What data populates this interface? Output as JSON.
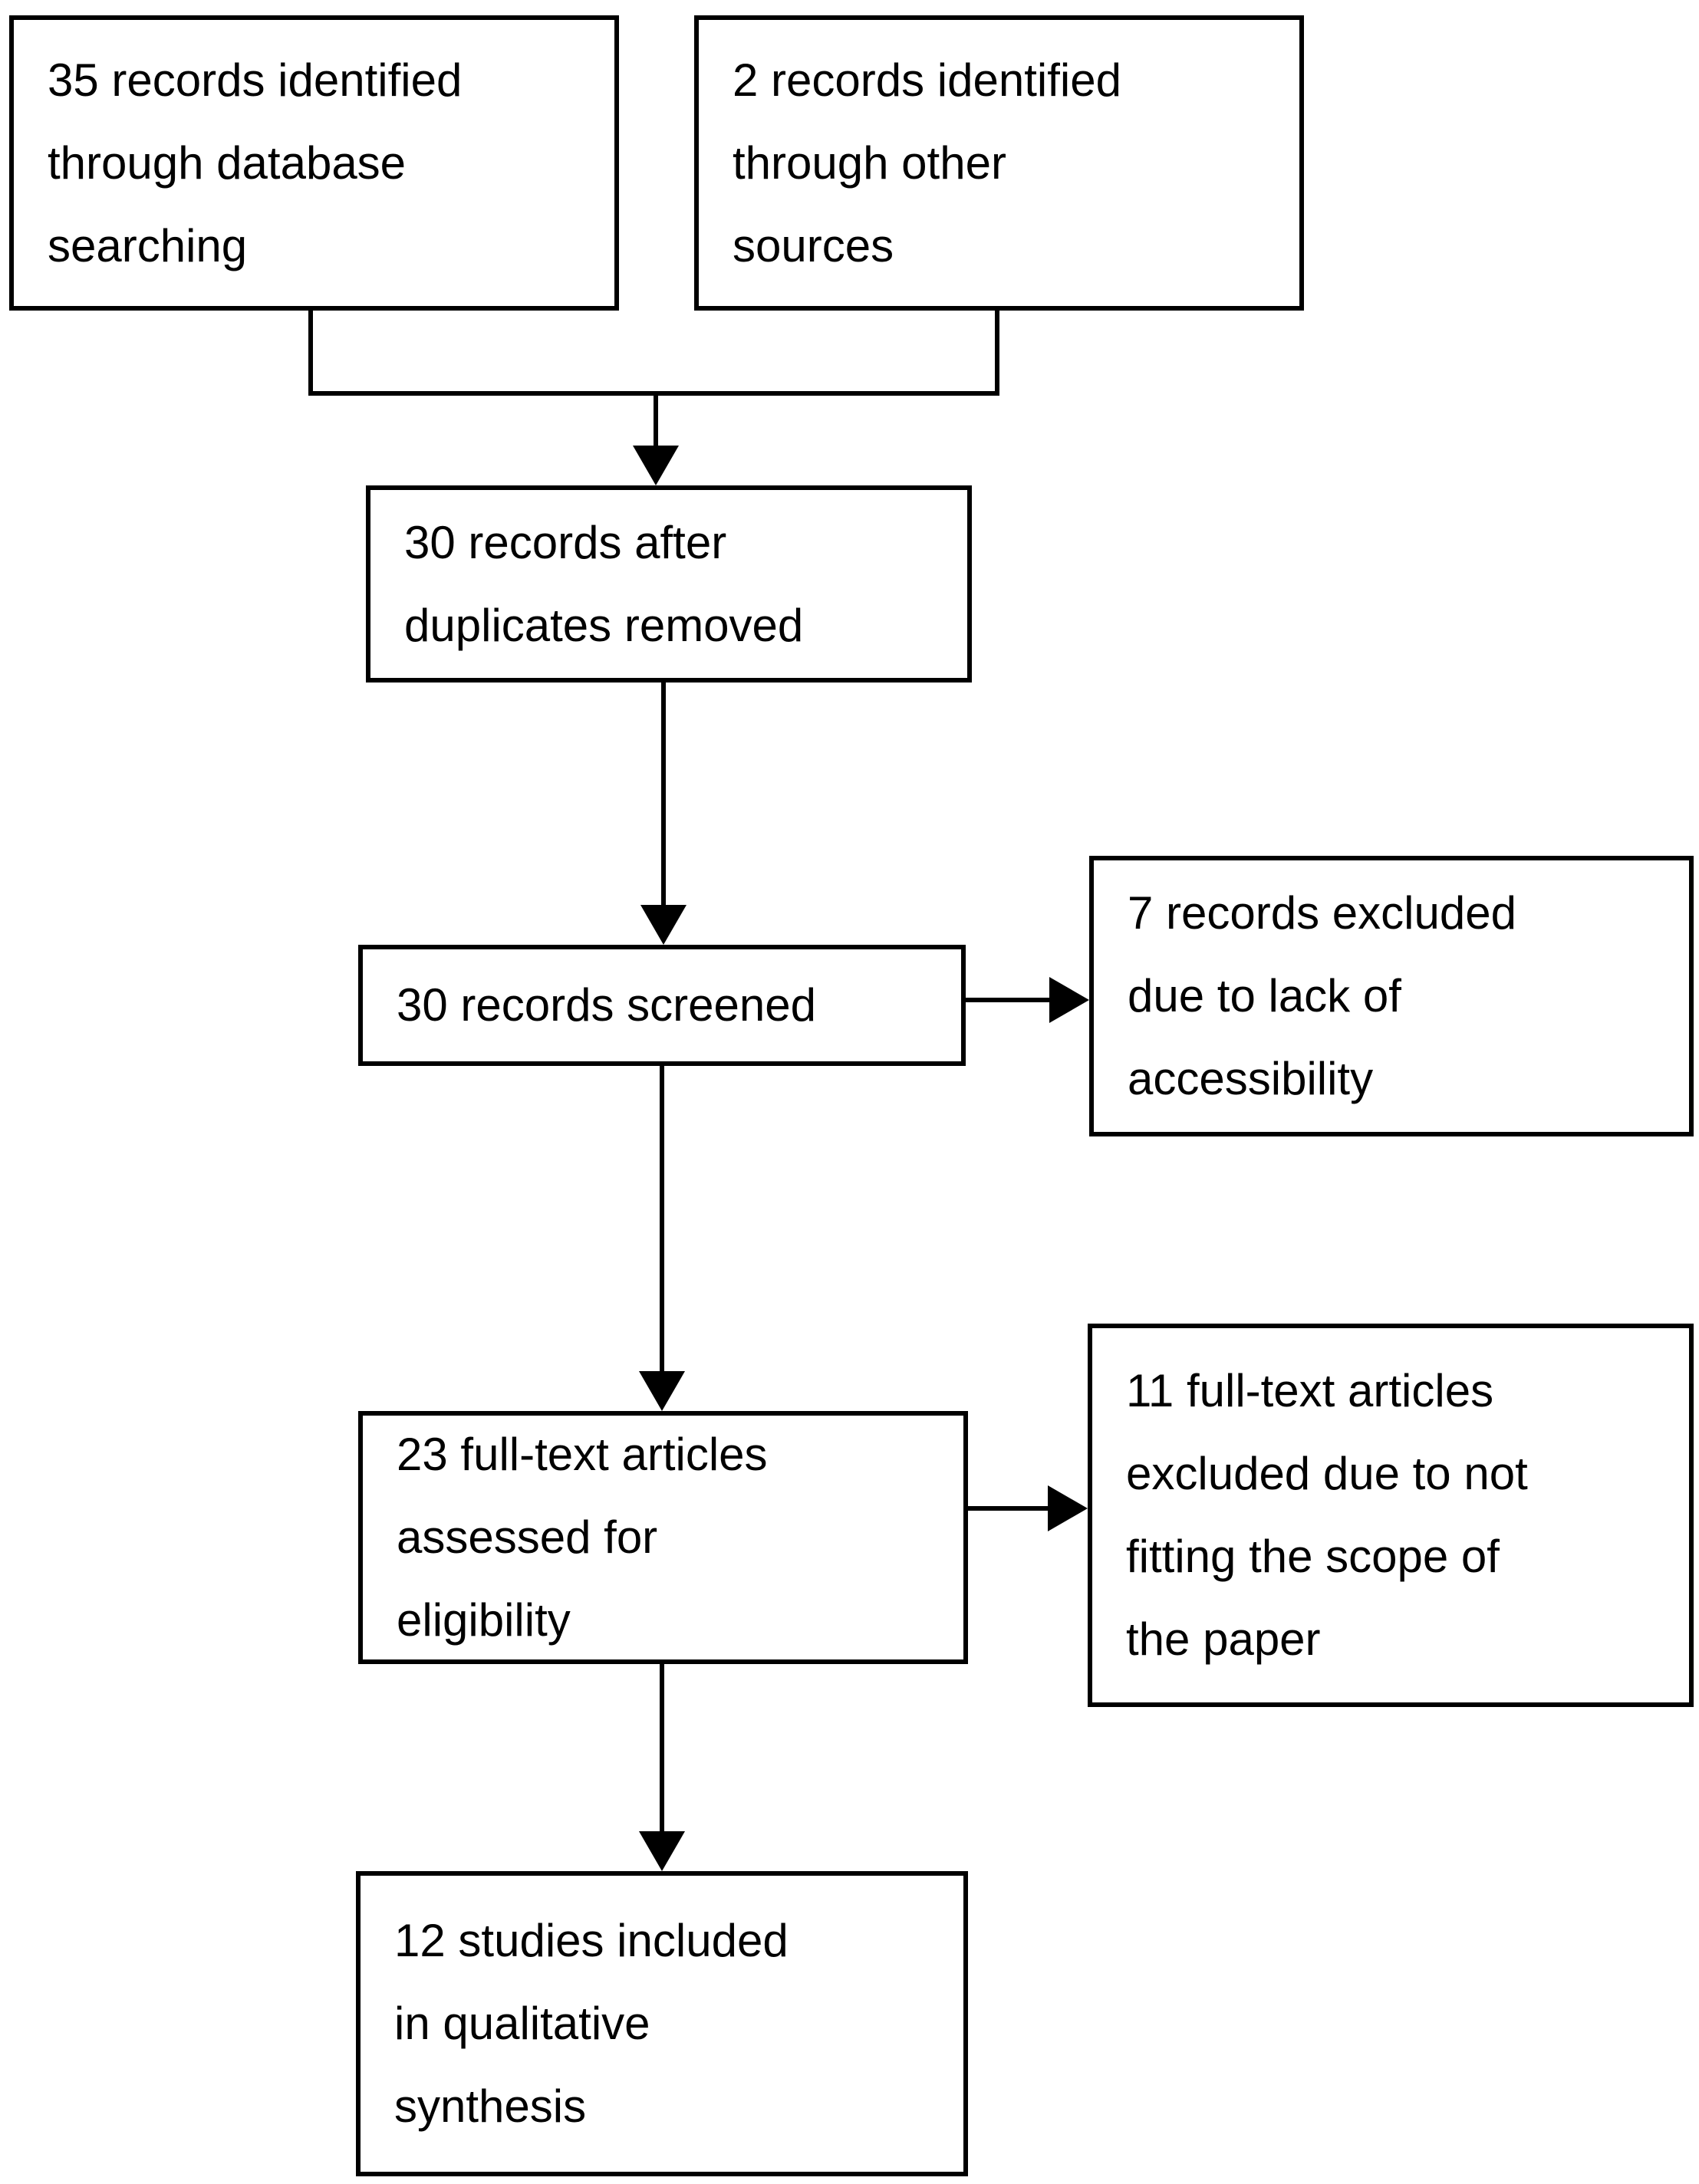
{
  "diagram": {
    "type": "flowchart",
    "background_color": "#ffffff",
    "box_border_color": "#000000",
    "text_color": "#000000",
    "arrow_color": "#000000",
    "boxes": {
      "identified_database": {
        "text": "35 records identified through database searching",
        "lines": [
          "35 records identified",
          "through database",
          "searching"
        ]
      },
      "identified_other": {
        "text": "2 records identified through other sources",
        "lines": [
          "2 records identified",
          "through other",
          "sources"
        ]
      },
      "after_duplicates": {
        "text": "30 records after duplicates removed",
        "lines": [
          "30 records after",
          "duplicates removed"
        ]
      },
      "screened": {
        "text": "30 records screened",
        "lines": [
          "30 records screened"
        ]
      },
      "excluded_screening": {
        "text": "7 records excluded due to lack of accessibility",
        "lines": [
          "7 records excluded",
          "due to lack of",
          "accessibility"
        ]
      },
      "fulltext_assessed": {
        "text": "23 full-text articles assessed for eligibility",
        "lines": [
          "23 full-text articles",
          "assessed for",
          "eligibility"
        ]
      },
      "fulltext_excluded": {
        "text": "11 full-text articles excluded due to not fitting the scope of the paper",
        "lines": [
          "11 full-text articles",
          "excluded due to not",
          "fitting the scope of",
          "the paper"
        ]
      },
      "included_qualitative": {
        "text": "12 studies included in qualitative synthesis",
        "lines": [
          "12 studies included",
          "in qualitative",
          "synthesis"
        ]
      }
    },
    "edges": [
      {
        "from": "identified_database",
        "to": "after_duplicates"
      },
      {
        "from": "identified_other",
        "to": "after_duplicates"
      },
      {
        "from": "after_duplicates",
        "to": "screened"
      },
      {
        "from": "screened",
        "to": "excluded_screening"
      },
      {
        "from": "screened",
        "to": "fulltext_assessed"
      },
      {
        "from": "fulltext_assessed",
        "to": "fulltext_excluded"
      },
      {
        "from": "fulltext_assessed",
        "to": "included_qualitative"
      }
    ]
  }
}
